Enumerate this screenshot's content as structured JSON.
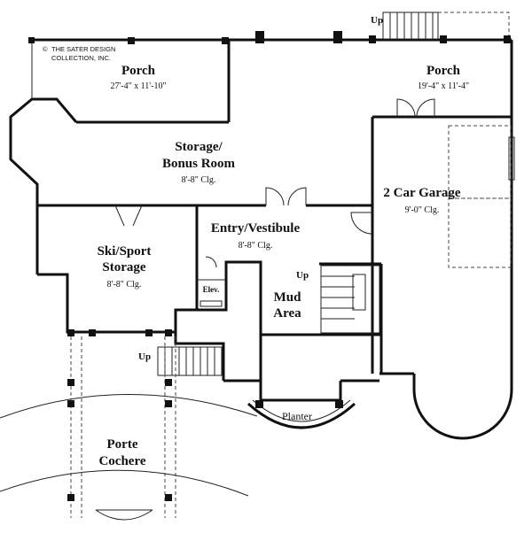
{
  "copyright": {
    "symbol": "©",
    "line1": "THE SATER DESIGN",
    "line2": "COLLECTION, INC."
  },
  "rooms": {
    "porch_left": {
      "name": "Porch",
      "dims": "27'-4\" x 11'-10\""
    },
    "porch_right": {
      "name": "Porch",
      "dims": "19'-4\" x 11'-4\""
    },
    "storage": {
      "name1": "Storage/",
      "name2": "Bonus Room",
      "ceiling": "8'-8\"  Clg."
    },
    "ski": {
      "name1": "Ski/Sport",
      "name2": "Storage",
      "ceiling": "8'-8\"  Clg."
    },
    "entry": {
      "name": "Entry/Vestibule",
      "ceiling": "8'-8\"  Clg."
    },
    "garage": {
      "name": "2 Car Garage",
      "ceiling": "9'-0\"  Clg."
    },
    "mud": {
      "name1": "Mud",
      "name2": "Area"
    },
    "elevator": {
      "name": "Elev."
    },
    "planter": {
      "name": "Planter"
    },
    "porte": {
      "name1": "Porte",
      "name2": "Cochere"
    }
  },
  "stairs": {
    "up_top": "Up",
    "up_mud": "Up",
    "up_lower": "Up"
  }
}
